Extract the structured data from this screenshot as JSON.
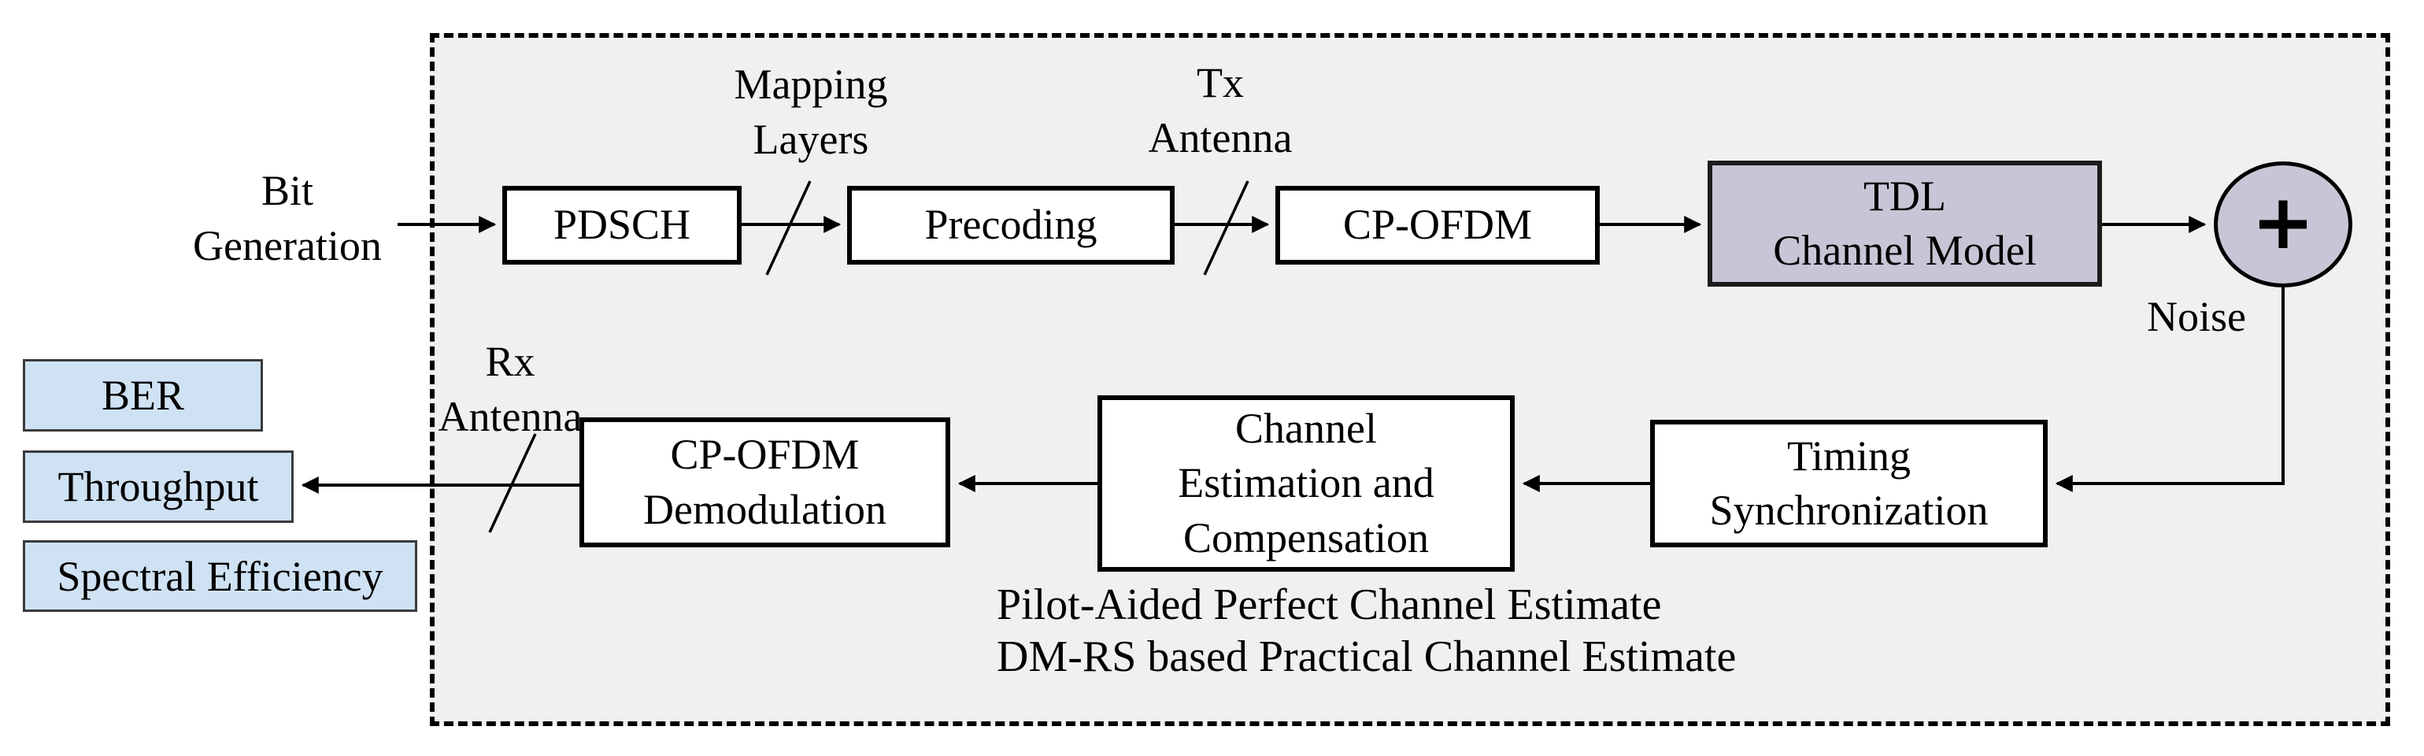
{
  "colors": {
    "canvas_bg": "#ffffff",
    "region_fill": "#f0f0f0",
    "region_border": "#000000",
    "block_fill": "#ffffff",
    "block_border": "#000000",
    "channel_block_fill": "#c8c6d6",
    "output_box_fill": "#cfe2f3",
    "output_box_border": "#3a3a3c",
    "line_color": "#000000"
  },
  "source": {
    "label": "Bit\nGeneration"
  },
  "blocks": {
    "pdsch": {
      "label": "PDSCH"
    },
    "precoding": {
      "label": "Precoding"
    },
    "cp_ofdm": {
      "label": "CP-OFDM"
    },
    "tdl_channel": {
      "label": "TDL\nChannel Model"
    },
    "timing_sync": {
      "label": "Timing\nSynchronization"
    },
    "channel_est": {
      "label": "Channel\nEstimation and\nCompensation"
    },
    "cp_ofdm_demod": {
      "label": "CP-OFDM\nDemodulation"
    }
  },
  "adder": {
    "symbol": "+",
    "noise_label": "Noise"
  },
  "wire_labels": {
    "mapping_layers": "Mapping\nLayers",
    "tx_antenna": "Tx\nAntenna",
    "rx_antenna": "Rx\nAntenna"
  },
  "outputs": [
    {
      "label": "BER"
    },
    {
      "label": "Throughput"
    },
    {
      "label": "Spectral Efficiency"
    }
  ],
  "notes": [
    "Pilot-Aided Perfect Channel Estimate",
    "DM-RS based Practical Channel Estimate"
  ]
}
